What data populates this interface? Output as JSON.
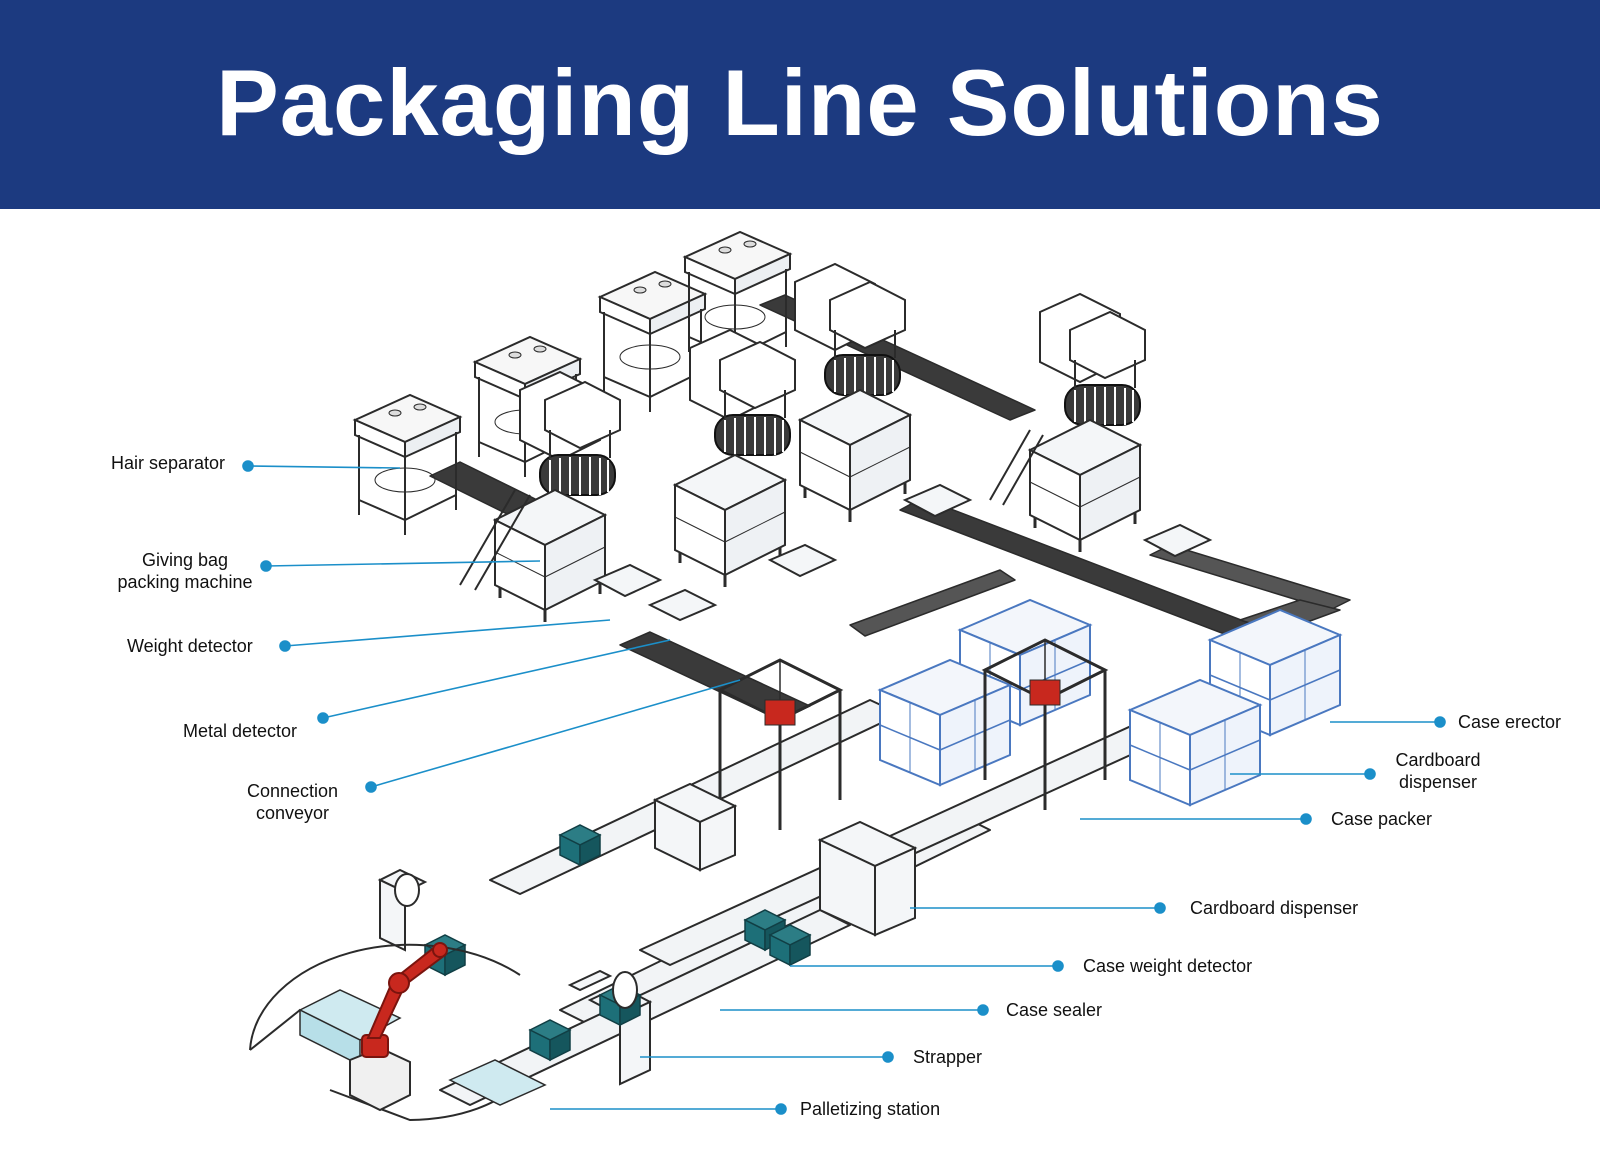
{
  "title": "Packaging Line Solutions",
  "colors": {
    "banner": "#1c3a80",
    "leader": "#1b8fc9",
    "robot": "#c8281e",
    "machine_blue": "#4a78c0",
    "machine_teal": "#1d6f78",
    "line": "#2b2b2b"
  },
  "labels": {
    "hair_separator": "Hair separator",
    "giving_bag_1": "Giving bag",
    "giving_bag_2": "packing machine",
    "weight_detector": "Weight detector",
    "metal_detector": "Metal detector",
    "connection_conveyor_1": "Connection",
    "connection_conveyor_2": "conveyor",
    "case_erector": "Case erector",
    "cardboard_dispenser_top_1": "Cardboard",
    "cardboard_dispenser_top_2": "dispenser",
    "case_packer": "Case packer",
    "cardboard_dispenser": "Cardboard dispenser",
    "case_weight_detector": "Case weight detector",
    "case_sealer": "Case sealer",
    "strapper": "Strapper",
    "palletizing_station": "Palletizing station"
  }
}
